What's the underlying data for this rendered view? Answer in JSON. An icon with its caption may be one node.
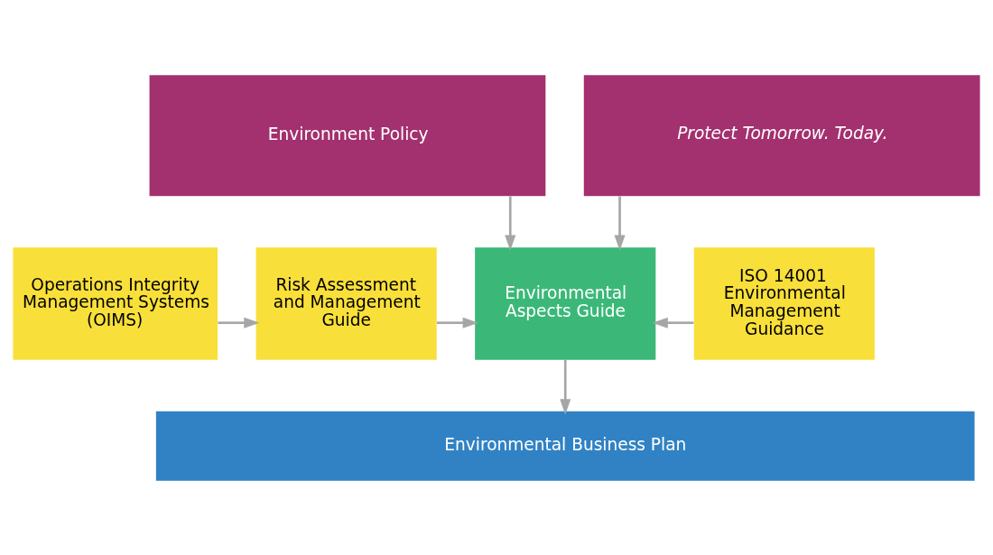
{
  "diagram": {
    "nodes": [
      {
        "text": [
          "Environment Policy"
        ]
      },
      {
        "text": [
          "Protect Tomorrow. Today."
        ]
      },
      {
        "text": [
          "Operations Integrity Management Systems (OIMS)"
        ]
      },
      {
        "text": [
          "Risk Assessment and Management Guide"
        ]
      },
      {
        "text": [
          "Environmental Aspects Guide"
        ]
      },
      {
        "text": [
          "ISO 14001 Environmental Management Guidance"
        ]
      },
      {
        "text": [
          "Environmental Business Plan"
        ]
      }
    ],
    "edges": [
      {
        "from": 0,
        "to": 4,
        "arrow": "to"
      },
      {
        "from": 1,
        "to": 4,
        "arrow": "to"
      },
      {
        "from": 2,
        "to": 3,
        "arrow": "to"
      },
      {
        "from": 3,
        "to": 4,
        "arrow": "to"
      },
      {
        "from": 5,
        "to": 4,
        "arrow": "to"
      },
      {
        "from": 4,
        "to": 6,
        "arrow": "to"
      }
    ]
  }
}
